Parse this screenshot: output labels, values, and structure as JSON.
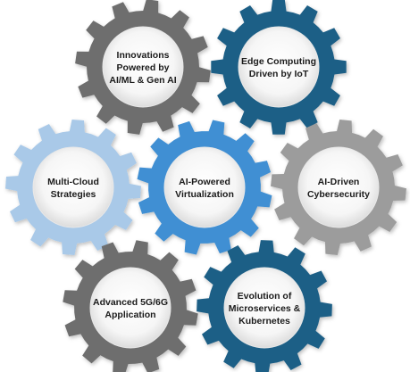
{
  "gears": [
    {
      "id": "genai",
      "lines": [
        "Innovations",
        "Powered by",
        "AI/ML & Gen AI"
      ],
      "color": "#6e6e6e"
    },
    {
      "id": "edge",
      "lines": [
        "Edge Computing",
        "Driven by IoT"
      ],
      "color": "#1f5f86"
    },
    {
      "id": "multicloud",
      "lines": [
        "Multi-Cloud",
        "Strategies"
      ],
      "color": "#a9c9e8"
    },
    {
      "id": "virtual",
      "lines": [
        "AI-Powered",
        "Virtualization"
      ],
      "color": "#3f8fd3"
    },
    {
      "id": "cyber",
      "lines": [
        "AI-Driven",
        "Cybersecurity"
      ],
      "color": "#9c9c9c"
    },
    {
      "id": "network",
      "lines": [
        "Advanced 5G/6G",
        "Application"
      ],
      "color": "#6e6e6e"
    },
    {
      "id": "microservices",
      "lines": [
        "Evolution of",
        "Microservices &",
        "Kubernetes"
      ],
      "color": "#1f5f86"
    }
  ]
}
